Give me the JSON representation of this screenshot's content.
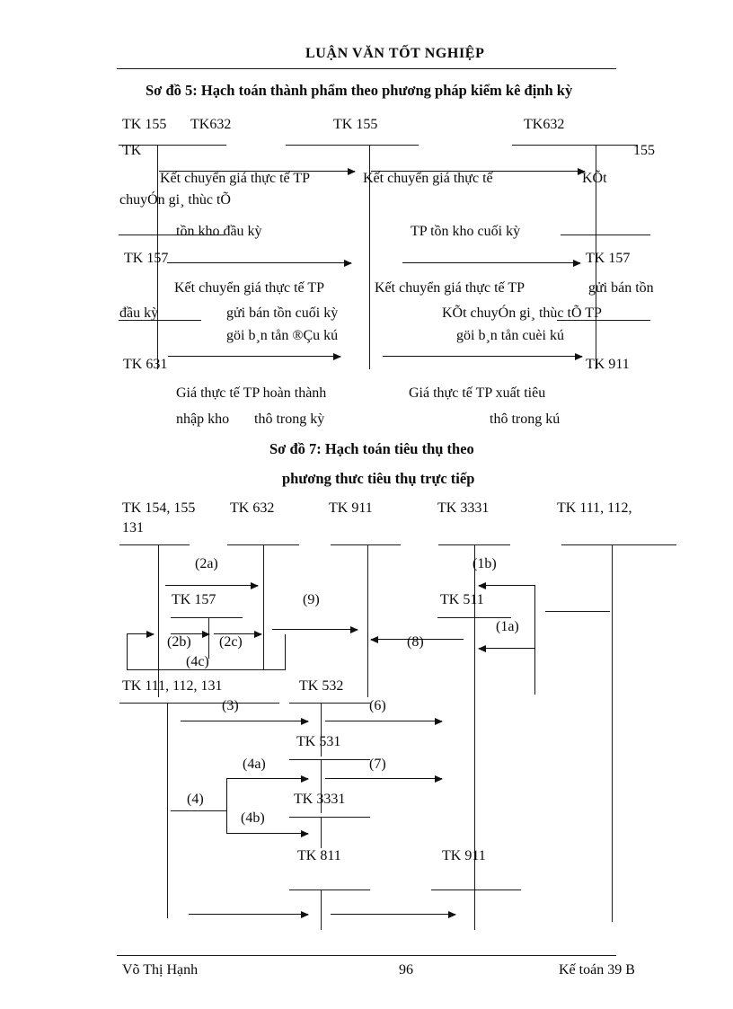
{
  "document": {
    "running_head": "LUẬN VĂN TỐT NGHIỆP",
    "page_number": "96",
    "footer_left": "Võ Thị Hạnh",
    "footer_right": "Kế toán 39 B"
  },
  "diagram5": {
    "title": "Sơ đồ 5: Hạch toán thành phẩm theo phương pháp kiểm kê định kỳ",
    "accounts": [
      {
        "id": "a1",
        "label": "TK 155"
      },
      {
        "id": "a2",
        "label": "TK632"
      },
      {
        "id": "a3",
        "label": "TK 155"
      },
      {
        "id": "a4",
        "label": "TK632"
      },
      {
        "id": "a5",
        "label": "TK"
      },
      {
        "id": "a6",
        "label": "155"
      },
      {
        "id": "a7",
        "label": "TK 157"
      },
      {
        "id": "a8",
        "label": "TK 157"
      },
      {
        "id": "a9",
        "label": "TK 631"
      },
      {
        "id": "a10",
        "label": "TK 911"
      }
    ],
    "captions": [
      {
        "id": "c1",
        "text": "Kết chuyển giá thực tế TP"
      },
      {
        "id": "c2",
        "text": "Kết chuyển giá thực tế"
      },
      {
        "id": "c3",
        "text": "KÕt"
      },
      {
        "id": "c4",
        "text": "chuyÓn gi¸ thùc tÕ"
      },
      {
        "id": "c5",
        "text": "tồn kho đầu kỳ"
      },
      {
        "id": "c6",
        "text": "TP tồn kho cuối kỳ"
      },
      {
        "id": "c7",
        "text": "Kết chuyển giá thực tế TP"
      },
      {
        "id": "c8",
        "text": "Kết chuyển giá thực tế TP"
      },
      {
        "id": "c9",
        "text": "gửi bán tồn"
      },
      {
        "id": "c10",
        "text": "đầu kỳ"
      },
      {
        "id": "c11",
        "text": "gửi bán tồn cuối kỳ"
      },
      {
        "id": "c12",
        "text": "KÕt chuyÓn gi¸ thùc tÕ TP"
      },
      {
        "id": "c13",
        "text": "göi b¸n tån ®Çu kú"
      },
      {
        "id": "c14",
        "text": "göi b¸n tån cuèi kú"
      },
      {
        "id": "c15",
        "text": "Giá thực tế TP hoàn thành"
      },
      {
        "id": "c16",
        "text": "Giá thực tế TP xuất tiêu"
      },
      {
        "id": "c17",
        "text": "nhập kho"
      },
      {
        "id": "c18",
        "text": "thô trong kỳ"
      },
      {
        "id": "c19",
        "text": "thô trong kú"
      }
    ]
  },
  "diagram7": {
    "title_line1": "Sơ đồ 7: Hạch toán tiêu thụ theo",
    "title_line2": "phương thưc tiêu thụ trực tiếp",
    "accounts": [
      {
        "id": "b1",
        "label": "TK 154, 155"
      },
      {
        "id": "b2",
        "label": "131"
      },
      {
        "id": "b3",
        "label": "TK 632"
      },
      {
        "id": "b4",
        "label": "TK 911"
      },
      {
        "id": "b5",
        "label": "TK 3331"
      },
      {
        "id": "b6",
        "label": "TK 111, 112,"
      },
      {
        "id": "b7",
        "label": "TK 157"
      },
      {
        "id": "b8",
        "label": "TK 511"
      },
      {
        "id": "b9",
        "label": "TK 111, 112, 131"
      },
      {
        "id": "b10",
        "label": "TK 532"
      },
      {
        "id": "b11",
        "label": "TK 531"
      },
      {
        "id": "b12",
        "label": "TK 3331"
      },
      {
        "id": "b13",
        "label": "TK 811"
      },
      {
        "id": "b14",
        "label": "TK 911"
      }
    ],
    "entry_labels": [
      {
        "id": "e2a",
        "text": "(2a)"
      },
      {
        "id": "e1b",
        "text": "(1b)"
      },
      {
        "id": "e9",
        "text": "(9)"
      },
      {
        "id": "e1a",
        "text": "(1a)"
      },
      {
        "id": "e2b",
        "text": "(2b)"
      },
      {
        "id": "e2c",
        "text": "(2c)"
      },
      {
        "id": "e8",
        "text": "(8)"
      },
      {
        "id": "e4c",
        "text": "(4c)"
      },
      {
        "id": "e3",
        "text": "(3)"
      },
      {
        "id": "e6",
        "text": "(6)"
      },
      {
        "id": "e4a",
        "text": "(4a)"
      },
      {
        "id": "e7",
        "text": "(7)"
      },
      {
        "id": "e4",
        "text": "(4)"
      },
      {
        "id": "e4b",
        "text": "(4b)"
      }
    ]
  }
}
